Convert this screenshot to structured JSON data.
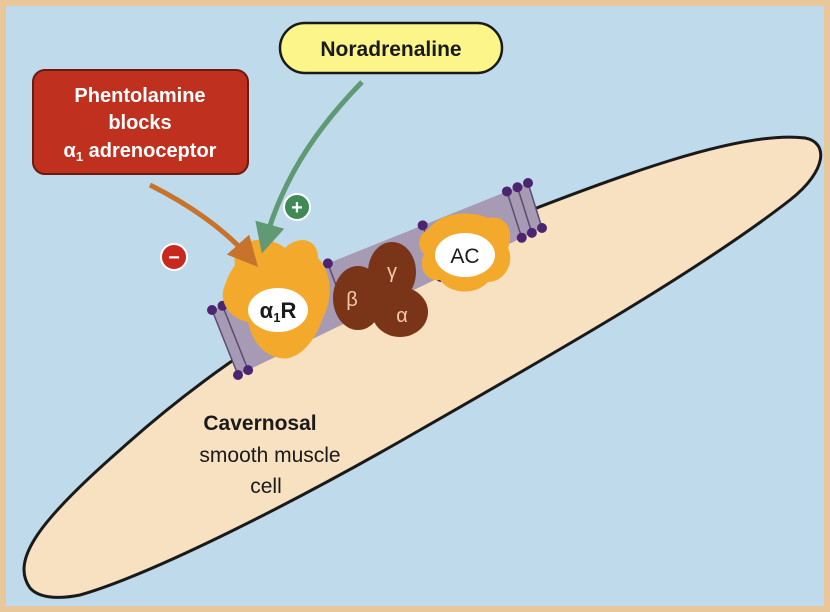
{
  "colors": {
    "background": "#bfdaea",
    "border": "#e8c79a",
    "cell_fill": "#f8e1c1",
    "membrane_head": "#4b2570",
    "membrane_tail": "#a69ab4",
    "receptor": "#f3a92b",
    "g_protein": "#7a3518",
    "antagonist_box": "#c0301f",
    "agonist_box": "#fbf58a",
    "arrow_orange": "#c8732c",
    "arrow_green": "#5f9a74",
    "minus_sign": "#c8281e",
    "plus_sign": "#3f8a55"
  },
  "labels": {
    "agonist": "Noradrenaline",
    "antagonist_line1": "Phentolamine",
    "antagonist_line2": "blocks",
    "antagonist_line3_symbol": "α",
    "antagonist_line3_sub": "1",
    "antagonist_line3_rest": " adrenoceptor",
    "receptor_symbol": "α",
    "receptor_sub": "1",
    "receptor_rest": "R",
    "g_beta": "β",
    "g_gamma": "γ",
    "g_alpha": "α",
    "enzyme": "AC",
    "cell_line1": "Cavernosal",
    "cell_line2": "smooth muscle",
    "cell_line3": "cell",
    "minus": "−",
    "plus": "+"
  }
}
